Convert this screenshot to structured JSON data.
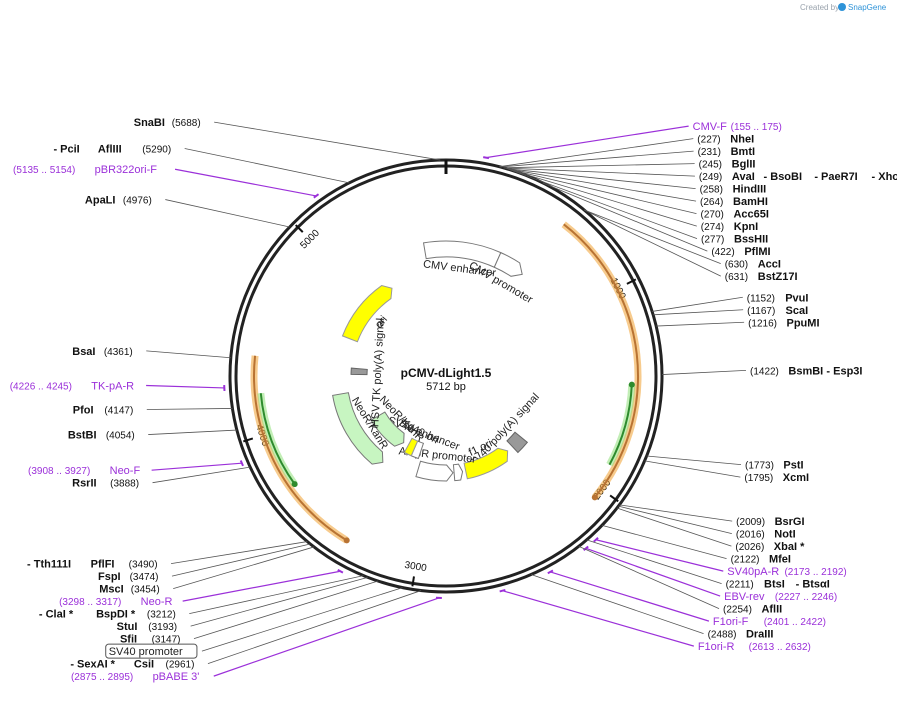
{
  "app": {
    "credit_prefix": "Created by",
    "credit_brand": "SnapGene",
    "brand_color": "#2e93d8"
  },
  "plasmid": {
    "name": "pCMV-dLight1.5",
    "size_label": "5712 bp",
    "length": 5712
  },
  "ticks": [
    {
      "pos": 1000,
      "label": "1000"
    },
    {
      "pos": 2000,
      "label": "2000"
    },
    {
      "pos": 3000,
      "label": "3000"
    },
    {
      "pos": 4000,
      "label": "4000"
    },
    {
      "pos": 5000,
      "label": "5000"
    }
  ],
  "colors": {
    "primer": "#9b30d9",
    "orange_feature": "#f0a030",
    "green_feature": "#49c23f",
    "yellow_feature": "#ffff00",
    "light_green_feature": "#c7f5c1"
  },
  "labels": [
    {
      "type": "site",
      "pos": 5688,
      "pos_label": "(5688)",
      "name": "SnaBI"
    },
    {
      "type": "primer",
      "pos": 165,
      "range": "(155 .. 175)",
      "name": "CMV-F"
    },
    {
      "type": "site",
      "pos": 227,
      "pos_label": "(227)",
      "name": "NheI"
    },
    {
      "type": "site",
      "pos": 231,
      "pos_label": "(231)",
      "name": "BmtI"
    },
    {
      "type": "site",
      "pos": 245,
      "pos_label": "(245)",
      "name": "BglII"
    },
    {
      "type": "site",
      "pos": 249,
      "pos_label": "(249)",
      "name": "AvaI",
      "extra": [
        "BsoBI",
        "PaeR7I",
        "XhoI"
      ]
    },
    {
      "type": "site",
      "pos": 258,
      "pos_label": "(258)",
      "name": "HindIII"
    },
    {
      "type": "site",
      "pos": 264,
      "pos_label": "(264)",
      "name": "BamHI"
    },
    {
      "type": "site",
      "pos": 270,
      "pos_label": "(270)",
      "name": "Acc65I"
    },
    {
      "type": "site",
      "pos": 274,
      "pos_label": "(274)",
      "name": "KpnI"
    },
    {
      "type": "site",
      "pos": 277,
      "pos_label": "(277)",
      "name": "BssHII"
    },
    {
      "type": "site",
      "pos": 422,
      "pos_label": "(422)",
      "name": "PflMI"
    },
    {
      "type": "site",
      "pos": 630,
      "pos_label": "(630)",
      "name": "AccI"
    },
    {
      "type": "site",
      "pos": 631,
      "pos_label": "(631)",
      "name": "BstZ17I"
    },
    {
      "type": "site",
      "pos": 1152,
      "pos_label": "(1152)",
      "name": "PvuI"
    },
    {
      "type": "site",
      "pos": 1167,
      "pos_label": "(1167)",
      "name": "ScaI"
    },
    {
      "type": "site",
      "pos": 1216,
      "pos_label": "(1216)",
      "name": "PpuMI"
    },
    {
      "type": "site",
      "pos": 1422,
      "pos_label": "(1422)",
      "name": "BsmBI",
      "extra": [
        "Esp3I"
      ]
    },
    {
      "type": "site",
      "pos": 1773,
      "pos_label": "(1773)",
      "name": "PstI"
    },
    {
      "type": "site",
      "pos": 1795,
      "pos_label": "(1795)",
      "name": "XcmI"
    },
    {
      "type": "site",
      "pos": 2009,
      "pos_label": "(2009)",
      "name": "BsrGI"
    },
    {
      "type": "site",
      "pos": 2016,
      "pos_label": "(2016)",
      "name": "NotI"
    },
    {
      "type": "site",
      "pos": 2026,
      "pos_label": "(2026)",
      "name": "XbaI *"
    },
    {
      "type": "site",
      "pos": 2122,
      "pos_label": "(2122)",
      "name": "MfeI"
    },
    {
      "type": "primer",
      "pos": 2182,
      "range": "(2173 .. 2192)",
      "name": "SV40pA-R"
    },
    {
      "type": "site",
      "pos": 2211,
      "pos_label": "(2211)",
      "name": "BtsI",
      "extra": [
        "BtsαI"
      ]
    },
    {
      "type": "primer",
      "pos": 2236,
      "range": "(2227 .. 2246)",
      "name": "EBV-rev"
    },
    {
      "type": "site",
      "pos": 2254,
      "pos_label": "(2254)",
      "name": "AflII"
    },
    {
      "type": "primer",
      "pos": 2411,
      "range": "(2401 .. 2422)",
      "name": "F1ori-F"
    },
    {
      "type": "site",
      "pos": 2488,
      "pos_label": "(2488)",
      "name": "DraIII"
    },
    {
      "type": "primer",
      "pos": 2622,
      "range": "(2613 .. 2632)",
      "name": "F1ori-R"
    },
    {
      "type": "primer",
      "pos": 2885,
      "range": "(2875 .. 2895)",
      "name": "pBABE 3'"
    },
    {
      "type": "site",
      "pos": 2961,
      "pos_label": "(2961)",
      "name": "CsiI",
      "extra": [
        "SexAI *"
      ]
    },
    {
      "type": "feature",
      "pos": 3040,
      "name": "SV40 promoter"
    },
    {
      "type": "site",
      "pos": 3147,
      "pos_label": "(3147)",
      "name": "SfiI"
    },
    {
      "type": "site",
      "pos": 3193,
      "pos_label": "(3193)",
      "name": "StuI"
    },
    {
      "type": "site",
      "pos": 3212,
      "pos_label": "(3212)",
      "name": "BspDI *",
      "extra": [
        "ClaI *"
      ]
    },
    {
      "type": "primer",
      "pos": 3307,
      "range": "(3298 .. 3317)",
      "name": "Neo-R"
    },
    {
      "type": "site",
      "pos": 3454,
      "pos_label": "(3454)",
      "name": "MscI"
    },
    {
      "type": "site",
      "pos": 3474,
      "pos_label": "(3474)",
      "name": "FspI"
    },
    {
      "type": "site",
      "pos": 3490,
      "pos_label": "(3490)",
      "name": "PflFI",
      "extra": [
        "Tth111I"
      ]
    },
    {
      "type": "site",
      "pos": 3888,
      "pos_label": "(3888)",
      "name": "RsrII"
    },
    {
      "type": "primer",
      "pos": 3917,
      "range": "(3908 .. 3927)",
      "name": "Neo-F"
    },
    {
      "type": "site",
      "pos": 4054,
      "pos_label": "(4054)",
      "name": "BstBI"
    },
    {
      "type": "site",
      "pos": 4147,
      "pos_label": "(4147)",
      "name": "PfoI"
    },
    {
      "type": "primer",
      "pos": 4235,
      "range": "(4226 .. 4245)",
      "name": "TK-pA-R"
    },
    {
      "type": "site",
      "pos": 4361,
      "pos_label": "(4361)",
      "name": "BsaI"
    },
    {
      "type": "site",
      "pos": 4976,
      "pos_label": "(4976)",
      "name": "ApaLI"
    },
    {
      "type": "primer",
      "pos": 5144,
      "range": "(5135 .. 5154)",
      "name": "pBR322ori-F"
    },
    {
      "type": "site",
      "pos": 5290,
      "pos_label": "(5290)",
      "name": "AflIII",
      "extra": [
        "PciI"
      ]
    }
  ],
  "features": [
    {
      "name": "CMV enhancer",
      "start": 5560,
      "end": 380,
      "lane": 1,
      "dir": 1,
      "fill": "#ffffff",
      "stroke": "#777777",
      "arrow": false
    },
    {
      "name": "CMV promoter",
      "start": 380,
      "end": 585,
      "lane": 1,
      "dir": 1,
      "fill": "#ffffff",
      "stroke": "#777777",
      "arrow": true
    },
    {
      "name": "",
      "start": 600,
      "end": 2050,
      "lane": 0,
      "dir": 1,
      "fill": "#b87333",
      "stroke": "#f0a030",
      "thin": true
    },
    {
      "name": "",
      "start": 1470,
      "end": 1880,
      "lane": 0.5,
      "dir": -1,
      "fill": "#2e8b2e",
      "stroke": "#8fe07a",
      "thin": true
    },
    {
      "name": "SV40 poly(A) signal",
      "start": 2050,
      "end": 2170,
      "lane": 2.5,
      "dir": 0,
      "fill": "#999999",
      "stroke": "#666666",
      "box": true
    },
    {
      "name": "f1 ori",
      "start": 2230,
      "end": 2670,
      "lane": 2.5,
      "dir": -1,
      "fill": "#ffff00",
      "stroke": "#999999",
      "arrow": true
    },
    {
      "name": "",
      "start": 2700,
      "end": 2780,
      "lane": 2.5,
      "dir": -1,
      "fill": "#ffffff",
      "stroke": "#777777",
      "arrow": true
    },
    {
      "name": "AmpR promoter",
      "start": 2790,
      "end": 3120,
      "lane": 2.5,
      "dir": -1,
      "fill": "#ffffff",
      "stroke": "#777777",
      "arrow": true
    },
    {
      "name": "SV40 enhancer",
      "start": 3150,
      "end": 3230,
      "lane": 3.4,
      "dir": 0,
      "fill": "#ffffff",
      "stroke": "#777777",
      "box": true
    },
    {
      "name": "SV40 ori",
      "start": 3230,
      "end": 3310,
      "lane": 3.4,
      "dir": 0,
      "fill": "#ffff00",
      "stroke": "#999999",
      "box": true
    },
    {
      "name": "NeoR/KanR",
      "start": 3370,
      "end": 3800,
      "lane": 3.4,
      "dir": -1,
      "fill": "#c7f5c1",
      "stroke": "#777777",
      "arrow": true
    },
    {
      "name": "NeoR/KanR",
      "start": 3430,
      "end": 4130,
      "lane": 2.0,
      "dir": -1,
      "fill": "#c7f5c1",
      "stroke": "#777777",
      "arrow": true
    },
    {
      "name": "",
      "start": 3350,
      "end": 4380,
      "lane": 0,
      "dir": -1,
      "fill": "#b87333",
      "stroke": "#f0a030",
      "thin": true
    },
    {
      "name": "",
      "start": 3720,
      "end": 4200,
      "lane": 0.5,
      "dir": -1,
      "fill": "#2e8b2e",
      "stroke": "#8fe07a",
      "thin": true
    },
    {
      "name": "HSV TK poly(A) signal",
      "start": 4300,
      "end": 4360,
      "lane": 3.0,
      "dir": 0,
      "fill": "#999999",
      "stroke": "#666666",
      "box": true
    },
    {
      "name": "ori",
      "start": 4620,
      "end": 5210,
      "lane": 2.2,
      "dir": 1,
      "fill": "#ffff00",
      "stroke": "#999999",
      "arrow": true
    }
  ]
}
